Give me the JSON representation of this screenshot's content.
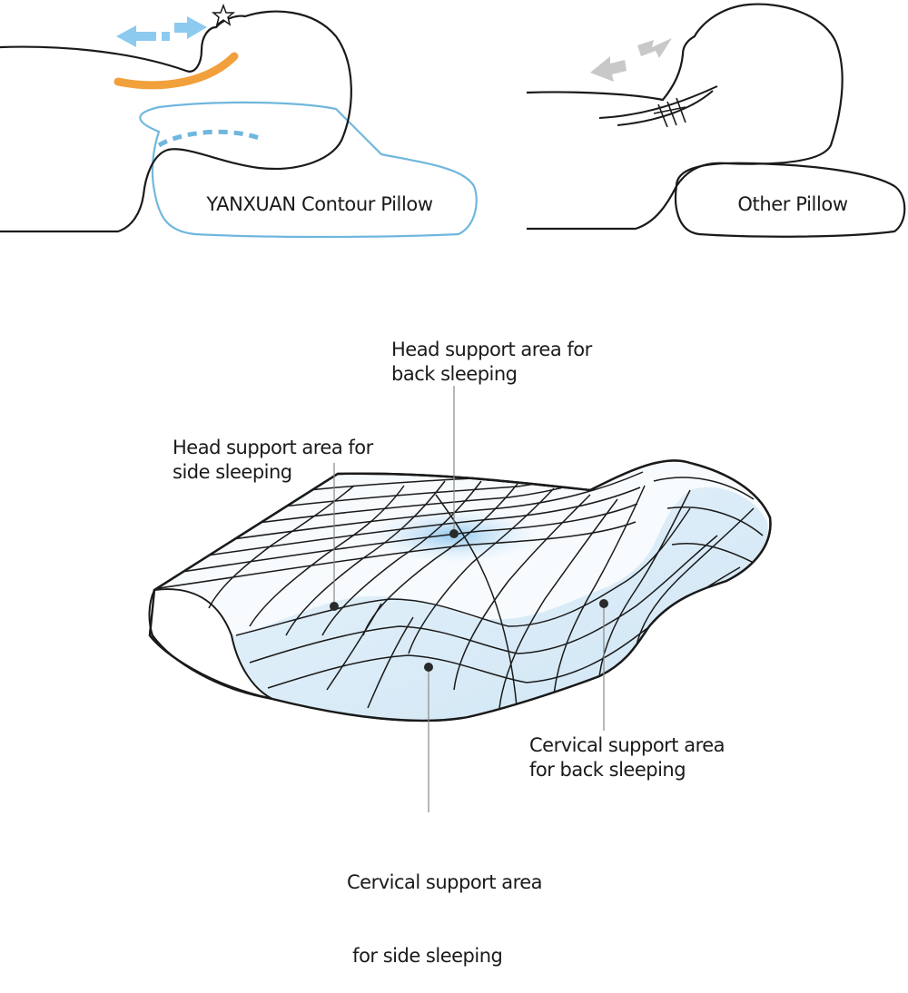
{
  "top": {
    "left_label": "YANXUAN Contour Pillow",
    "right_label": "Other Pillow"
  },
  "callouts": {
    "head_back": {
      "line1": "Head support area for",
      "line2": "back sleeping"
    },
    "head_side": {
      "line1": "Head support area for",
      "line2": "side sleeping"
    },
    "cervical_back": {
      "line1": "Cervical support area",
      "line2": "for back sleeping"
    },
    "cervical_side": {
      "line1": "Cervical support area",
      "line2": " for side sleeping"
    }
  },
  "colors": {
    "outline": "#1a1a1a",
    "pillow_blue": "#6fb7dd",
    "arrow_blue": "#8ccaf0",
    "arrow_orange": "#f2a03c",
    "arrow_gray": "#c8c8c8",
    "fill_blue": "#d6ebf7",
    "highlight_blue": "#a9d4f0"
  }
}
